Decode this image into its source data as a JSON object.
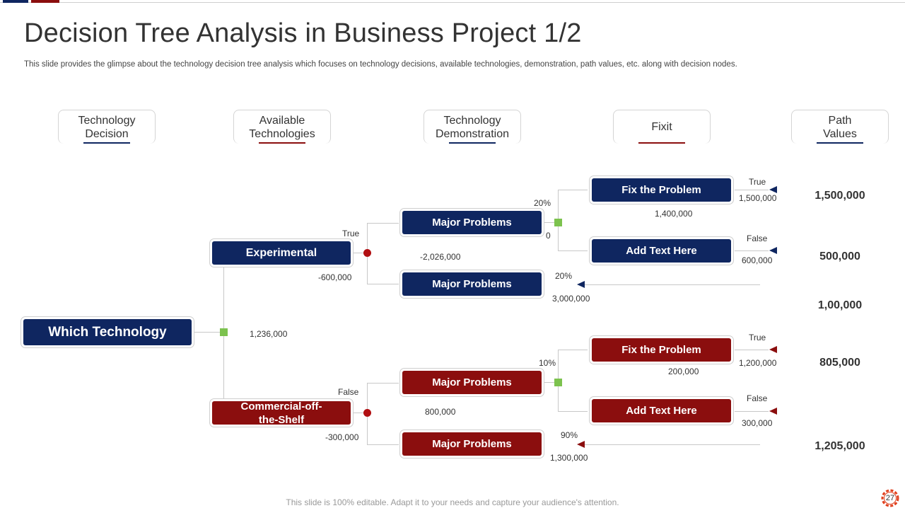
{
  "slide": {
    "title": "Decision Tree Analysis in Business Project 1/2",
    "subtitle": "This slide provides the glimpse about the technology decision tree analysis which focuses on technology decisions, available technologies, demonstration, path values, etc. along with decision nodes.",
    "footer": "This slide is 100% editable. Adapt it to your needs and capture your audience's attention.",
    "page_number": "27"
  },
  "colors": {
    "navy": "#0f2660",
    "red": "#8b0e0e",
    "green": "#7cc24e",
    "dot": "#b10f12"
  },
  "headers": [
    {
      "label": "Technology\nDecision",
      "bar": "navy"
    },
    {
      "label": "Available\nTechnologies",
      "bar": "red"
    },
    {
      "label": "Technology\nDemonstration",
      "bar": "navy"
    },
    {
      "label": "Fixit",
      "bar": "red"
    },
    {
      "label": "Path\nValues",
      "bar": "navy"
    }
  ],
  "nodes": {
    "root": "Which Technology",
    "experimental": "Experimental",
    "cots": "Commercial-off-\nthe-Shelf",
    "mp1": "Major Problems",
    "mp2": "Major Problems",
    "mp3": "Major Problems",
    "mp4": "Major Problems",
    "fix1": "Fix the Problem",
    "add1": "Add Text Here",
    "fix2": "Fix the Problem",
    "add2": "Add Text Here"
  },
  "labels": {
    "root_value": "1,236,000",
    "exp_true": "True",
    "exp_value": "-600,000",
    "exp_chance_value": "-2,026,000",
    "mp1_pct": "20%",
    "mp1_zero": "0",
    "fix1_true": "True",
    "fix1_value": "1,500,000",
    "fix1_cost": "1,400,000",
    "add1_false": "False",
    "add1_value": "600,000",
    "mp2_pct": "20%",
    "mp2_value": "3,000,000",
    "cots_false": "False",
    "cots_value": "-300,000",
    "cots_chance_value": "800,000",
    "mp3_pct": "10%",
    "fix2_true": "True",
    "fix2_value": "1,200,000",
    "fix2_cost": "200,000",
    "add2_false": "False",
    "add2_value": "300,000",
    "mp4_pct": "90%",
    "mp4_value": "1,300,000"
  },
  "path_values": [
    "1,500,000",
    "500,000",
    "1,00,000",
    "805,000",
    "1,205,000"
  ]
}
